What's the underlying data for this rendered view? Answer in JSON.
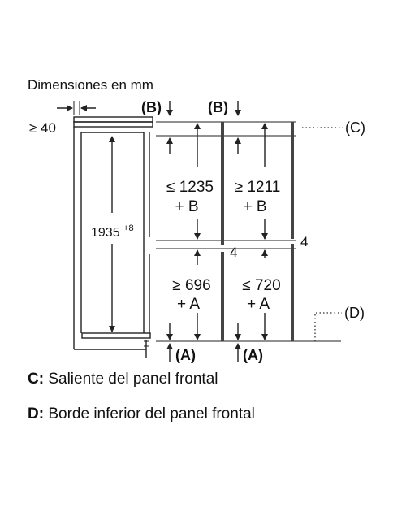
{
  "title": "Dimensiones en mm",
  "labels": {
    "min_40": "≥ 40",
    "b_left": "(B)",
    "b_right": "(B)",
    "c_marker": "(C)",
    "d_marker": "(D)",
    "a_left": "(A)",
    "a_right": "(A)",
    "height_main": "1935",
    "height_tol": "+8",
    "upper_left_1": "≤ 1235",
    "upper_left_2": "+ B",
    "upper_right_1": "≥ 1211",
    "upper_right_2": "+ B",
    "gap_left": "4",
    "gap_right": "4",
    "lower_left_1": "≥ 696",
    "lower_left_2": "+ A",
    "lower_right_1": "≤ 720",
    "lower_right_2": "+ A"
  },
  "legend": [
    {
      "key": "C:",
      "text": "Saliente del panel frontal"
    },
    {
      "key": "D:",
      "text": "Borde inferior del panel frontal"
    }
  ]
}
